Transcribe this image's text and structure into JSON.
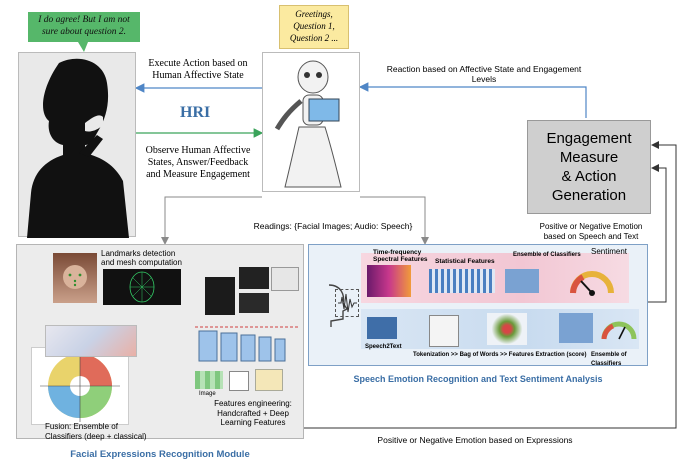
{
  "human_bubble": "I do agree! But I am not sure about question 2.",
  "robot_bubble_lines": [
    "Greetings,",
    "Question 1,",
    "Question 2 ..."
  ],
  "execute_action": [
    "Execute Action based on",
    "Human Affective State"
  ],
  "hri": "HRI",
  "observe": [
    "Observe Human Affective",
    "States, Answer/Feedback",
    "and Measure Engagement"
  ],
  "reaction": [
    "Reaction based on Affective State and Engagement",
    "Levels"
  ],
  "engagement_box": [
    "Engagement",
    "Measure",
    "& Action",
    "Generation"
  ],
  "positive_negative_speech": [
    "Positive or Negative Emotion",
    "based on Speech and Text"
  ],
  "readings": "Readings: {Facial Images; Audio: Speech}",
  "facial": {
    "title": "Facial Expressions Recognition Module",
    "landmarks": [
      "Landmarks detection",
      "and mesh computation"
    ],
    "features": [
      "Features engineering:",
      "Handcrafted + Deep",
      "Learning  Features"
    ],
    "fusion": [
      "Fusion: Ensemble of",
      "Classifiers (deep + classical)"
    ],
    "image_caption": "Image"
  },
  "speech": {
    "title": "Speech Emotion Recognition and Text Sentiment Analysis",
    "time_freq": [
      "Time-frequency",
      "Spectral Features"
    ],
    "statistical": "Statistical Features",
    "ensemble_top": "Ensemble of Classifiers",
    "sentiment": "Sentiment",
    "speech2text": "Speech2Text",
    "pipeline": "Tokenization >> Bag of Words >> Features Extraction (score)",
    "ensemble_bottom": "Ensemble of Classifiers"
  },
  "expressions_label": "Positive or Negative Emotion based on Expressions",
  "colors": {
    "arrow_blue": "#4f86c6",
    "arrow_green": "#3aa35a",
    "bubble_green": "#56b76a",
    "bubble_yellow": "#fbeaa0",
    "panel_grey": "#ececec",
    "engagement_grey": "#cfcfcf",
    "title_blue": "#3a6ea5"
  }
}
